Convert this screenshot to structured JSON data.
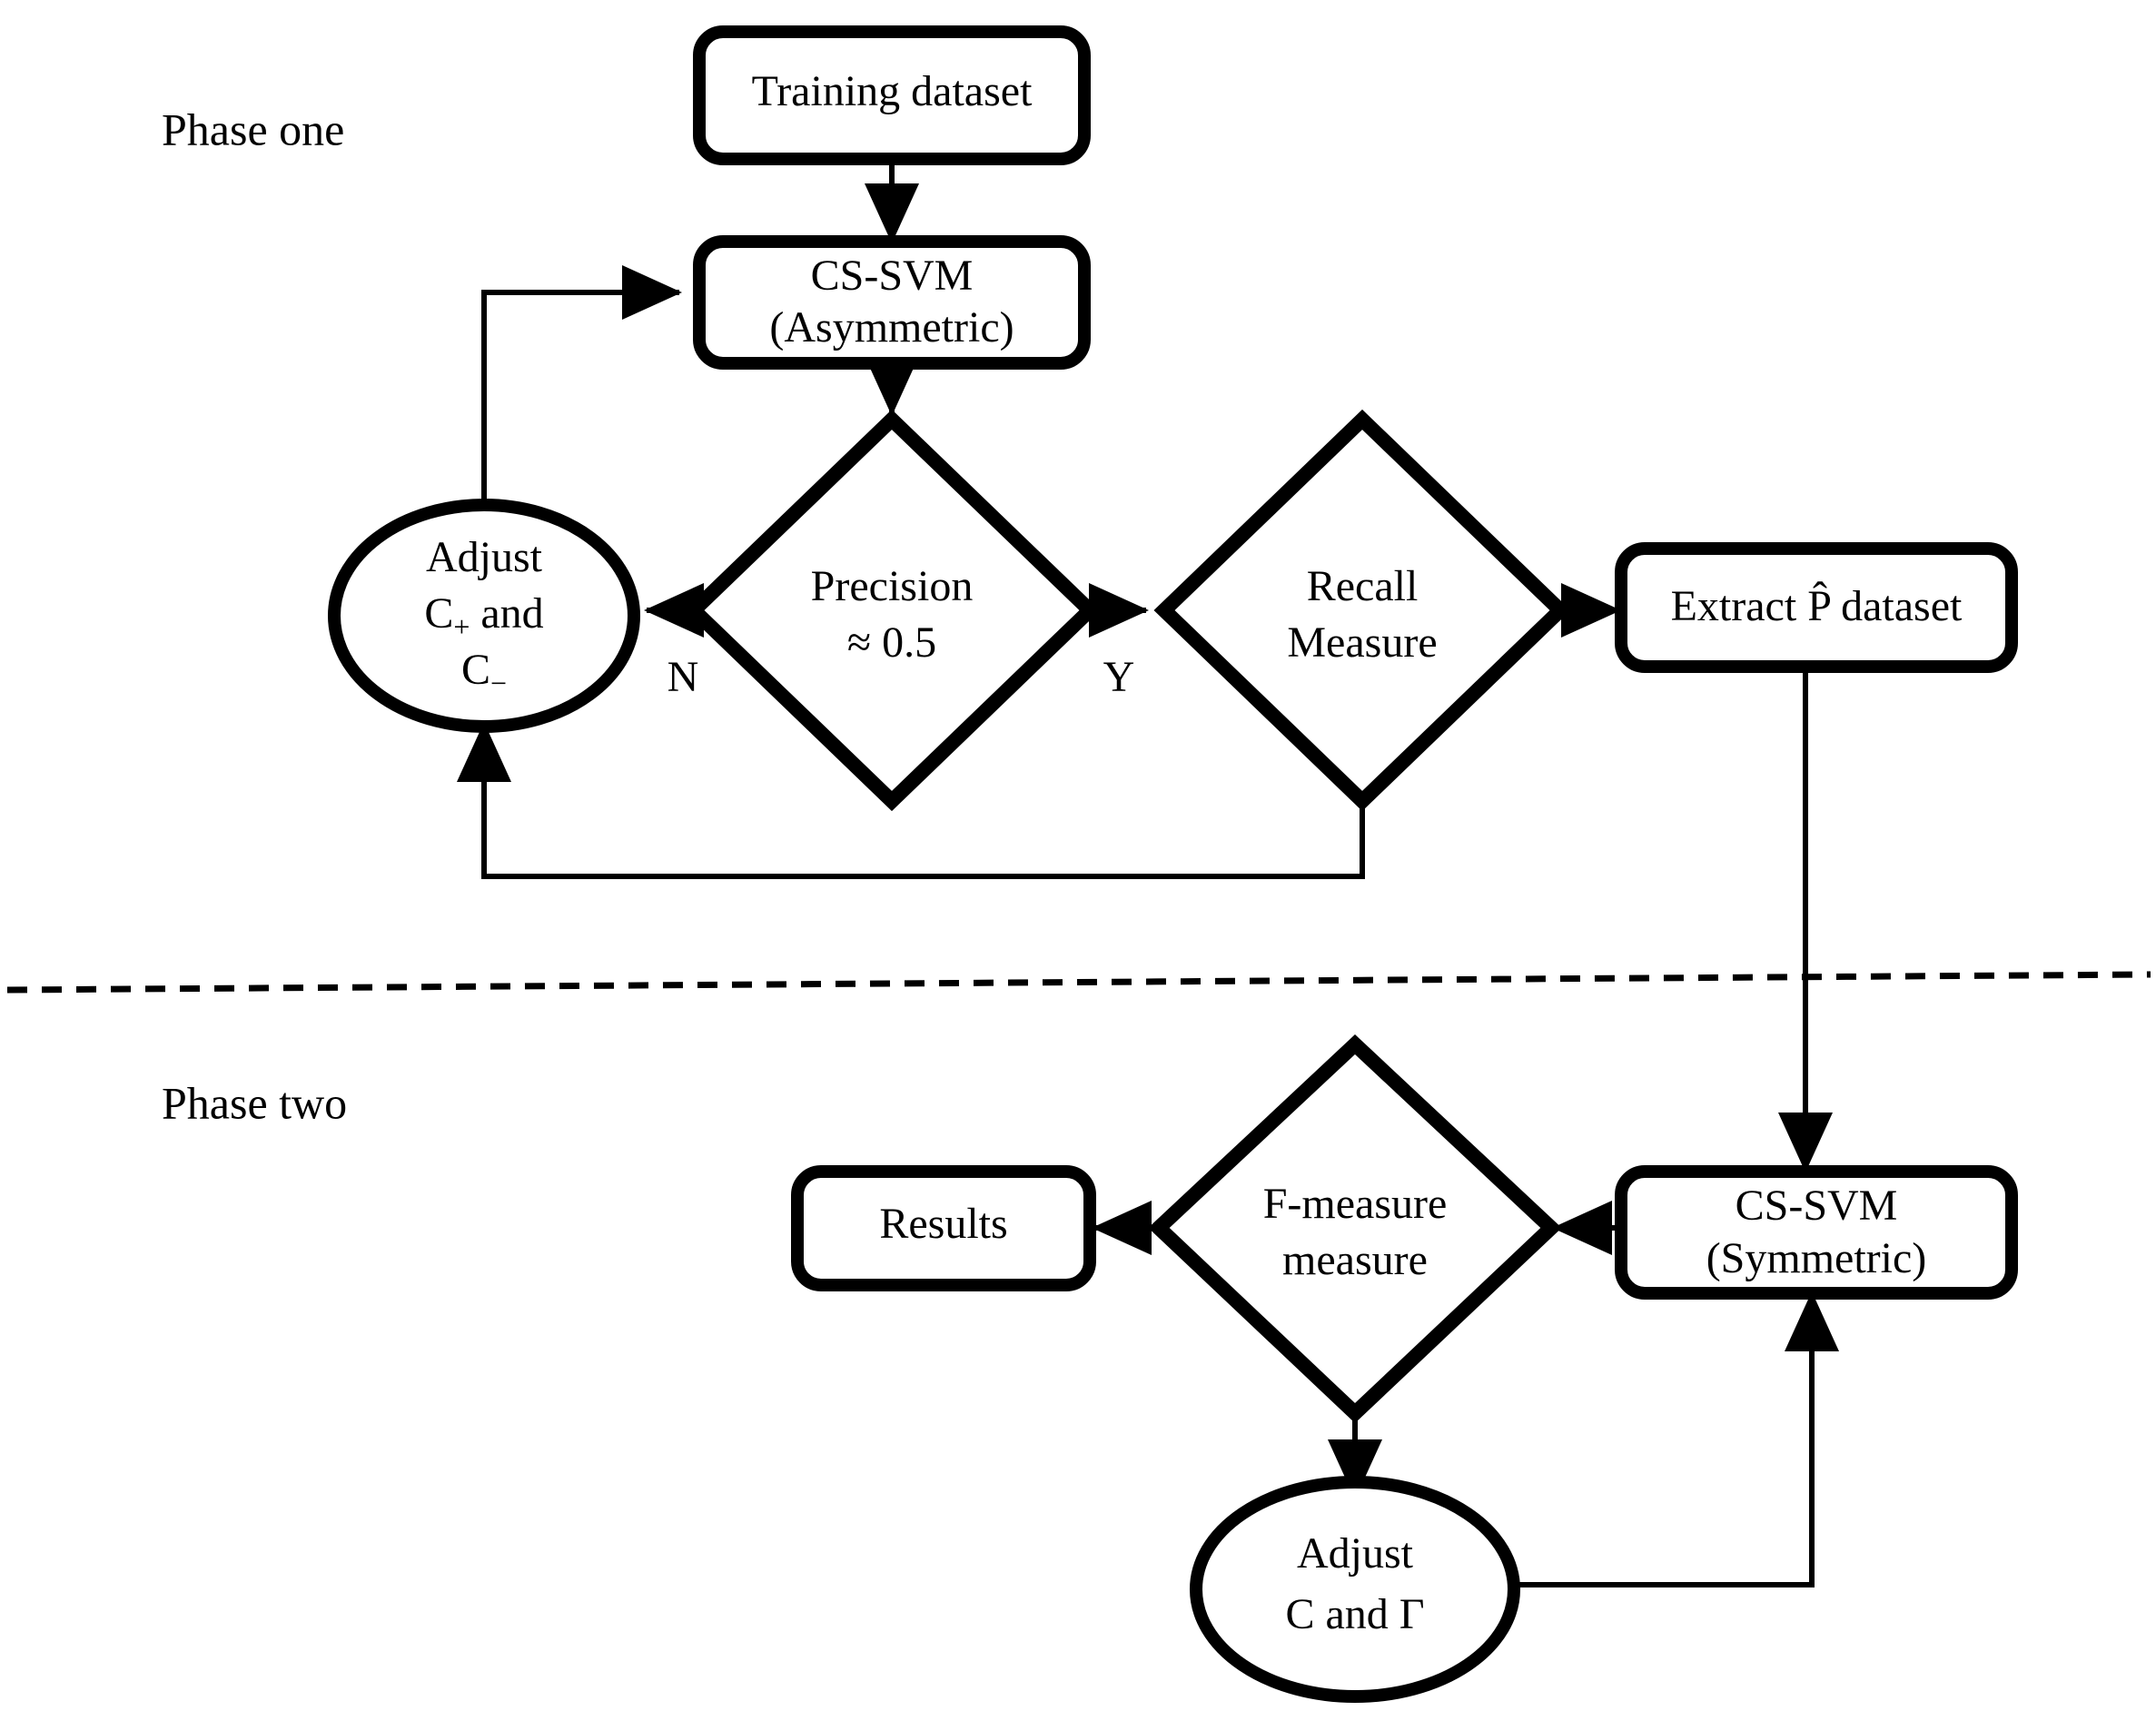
{
  "diagram": {
    "title_hidden": "",
    "colors": {
      "stroke": "#000000",
      "fill": "#ffffff",
      "background": "#ffffff"
    },
    "phases": [
      {
        "id": "phase-one",
        "label": "Phase one"
      },
      {
        "id": "phase-two",
        "label": "Phase two"
      }
    ],
    "divider": {
      "style": "dashed"
    },
    "nodes": {
      "training_dataset": {
        "label": "Training  dataset",
        "shape": "rounded-rect"
      },
      "cs_svm_asymmetric": {
        "line1": "CS-SVM",
        "line2": "(Asymmetric)",
        "shape": "rounded-rect"
      },
      "adjust_c_plus_minus": {
        "line1": "Adjust",
        "line2_main": "C",
        "line2_sub": "+",
        "line2_tail": " and",
        "line3_main": "C",
        "line3_sub": "−",
        "shape": "ellipse"
      },
      "precision_decision": {
        "line1": "Precision",
        "line2": "≈ 0.5",
        "shape": "diamond"
      },
      "recall_decision": {
        "line1": "Recall",
        "line2": "Measure",
        "shape": "diamond"
      },
      "extract_p_dataset": {
        "prefix": "Extract  ",
        "hat_symbol": "P̂",
        "suffix": " dataset",
        "label": "Extract  P̂ dataset",
        "shape": "rounded-rect"
      },
      "cs_svm_symmetric": {
        "line1": "CS-SVM",
        "line2": "(Symmetric)",
        "shape": "rounded-rect"
      },
      "f_measure_decision": {
        "line1": "F-measure",
        "line2": "measure",
        "shape": "diamond"
      },
      "results": {
        "label": "Results",
        "shape": "rounded-rect"
      },
      "adjust_c_gamma": {
        "line1": "Adjust",
        "line2": "C and Γ",
        "shape": "ellipse"
      }
    },
    "edge_labels": {
      "precision_no": "N",
      "precision_yes": "Y"
    }
  }
}
